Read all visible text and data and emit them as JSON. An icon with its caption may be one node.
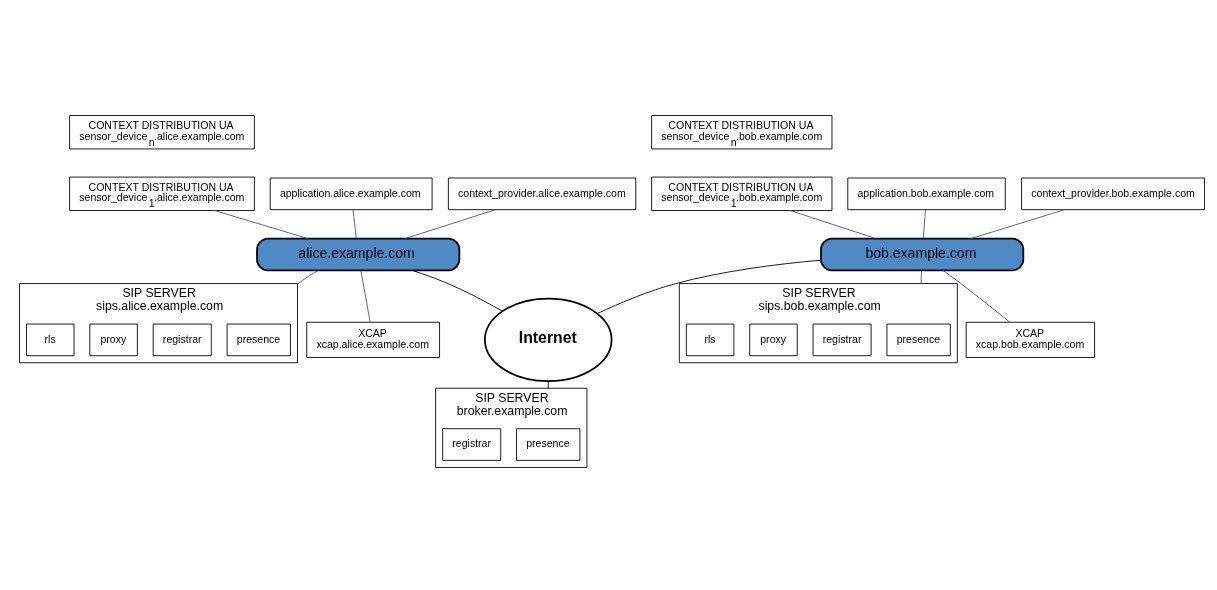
{
  "diagram": {
    "nodes": [
      {
        "text": [
          "CONTEXT DISTRIBUTION UA",
          "sensor_device$_{n}$.alice.example.com"
        ]
      },
      {
        "text": [
          "CONTEXT DISTRIBUTION UA",
          "sensor_device$_{1}$.alice.example.com"
        ]
      },
      {
        "text": [
          "application.alice.example.com"
        ]
      },
      {
        "text": [
          "context_provider.alice.example.com"
        ]
      },
      {
        "text": [
          "alice.example.com"
        ]
      },
      {
        "text": [
          "SIP SERVER",
          "sips.alice.example.com"
        ]
      },
      {
        "text": [
          "presence"
        ],
        "in": 5
      },
      {
        "text": [
          "registrar"
        ],
        "in": 5
      },
      {
        "text": [
          "proxy"
        ],
        "in": 5
      },
      {
        "text": [
          "rls"
        ],
        "in": 5
      },
      {
        "text": [
          "XCAP",
          "xcap.alice.example.com"
        ]
      },
      {
        "text": [
          "Internet"
        ]
      },
      {
        "text": [
          "CONTEXT DISTRIBUTION UA",
          "sensor_device$_{n}$.bob.example.com"
        ]
      },
      {
        "text": [
          "CONTEXT DISTRIBUTION UA",
          "sensor_device$_{1}$.bob.example.com"
        ]
      },
      {
        "text": [
          "application.bob.example.com"
        ]
      },
      {
        "text": [
          "context_provider.bob.example.com"
        ]
      },
      {
        "text": [
          "bob.example.com"
        ]
      },
      {
        "text": [
          "SIP SERVER",
          "sips.bob.example.com"
        ]
      },
      {
        "text": [
          "presence"
        ],
        "in": 17
      },
      {
        "text": [
          "registrar"
        ],
        "in": 17
      },
      {
        "text": [
          "proxy"
        ],
        "in": 17
      },
      {
        "text": [
          "rls"
        ],
        "in": 17
      },
      {
        "text": [
          "XCAP",
          "xcap.bob.example.com"
        ]
      },
      {
        "text": [
          "SIP SERVER",
          "broker.example.com"
        ]
      },
      {
        "text": [
          "presence"
        ],
        "in": 23
      },
      {
        "text": [
          "registrar"
        ],
        "in": 23
      }
    ],
    "edges": [
      {
        "from": 1,
        "to": 4,
        "arrow": "none"
      },
      {
        "from": 2,
        "to": 4,
        "arrow": "none"
      },
      {
        "from": 3,
        "to": 4,
        "arrow": "none"
      },
      {
        "from": 4,
        "to": 5,
        "arrow": "none"
      },
      {
        "from": 4,
        "to": 10,
        "arrow": "none"
      },
      {
        "from": 4,
        "to": 11,
        "arrow": "none",
        "color": "#000000"
      },
      {
        "from": 13,
        "to": 16,
        "arrow": "none"
      },
      {
        "from": 14,
        "to": 16,
        "arrow": "none"
      },
      {
        "from": 15,
        "to": 16,
        "arrow": "none"
      },
      {
        "from": 16,
        "to": 17,
        "arrow": "none"
      },
      {
        "from": 16,
        "to": 22,
        "arrow": "none"
      },
      {
        "from": 16,
        "to": 11,
        "arrow": "none",
        "color": "#000000"
      },
      {
        "from": 11,
        "to": 23,
        "arrow": "none",
        "color": "#000000"
      }
    ]
  }
}
